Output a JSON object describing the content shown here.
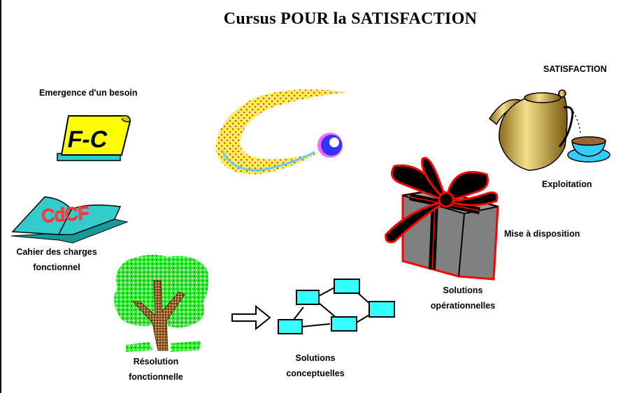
{
  "title": "Cursus  POUR  la  SATISFACTION",
  "labels": {
    "emergence": "Emergence d'un besoin",
    "cahier_line1": "Cahier des charges",
    "cahier_line2": "fonctionnel",
    "resolution_line1": "Résolution",
    "resolution_line2": "fonctionnelle",
    "conceptuelles_line1": "Solutions",
    "conceptuelles_line2": "conceptuelles",
    "operationnelles_line1": "Solutions",
    "operationnelles_line2": "opérationnelles",
    "mise_a_disposition": "Mise à disposition",
    "exploitation": "Exploitation",
    "satisfaction": "SATISFACTION"
  },
  "illustrations": {
    "fc_scroll_text": "F-C",
    "cdcf_book_text": "CdCF"
  },
  "icons": [
    "scroll-icon",
    "book-icon",
    "tree-icon",
    "arrow-icon",
    "network-diagram-icon",
    "gift-icon",
    "comet-icon",
    "teapot-cup-icon"
  ],
  "colors": {
    "scroll_fill": "#ffff00",
    "book_fill": "#33cccc",
    "book_text": "#ff3333",
    "tree_leaves": "#33ee33",
    "tree_trunk": "#996633",
    "box_fill": "#33ffff",
    "gift_box": "#808080",
    "gift_ribbon": "#000000",
    "gift_outline": "#ff0000",
    "comet_yellow": "#ffee44",
    "comet_red": "#ff3333",
    "comet_ball": "#3333ff",
    "teapot_gold": "#d4b04a"
  }
}
